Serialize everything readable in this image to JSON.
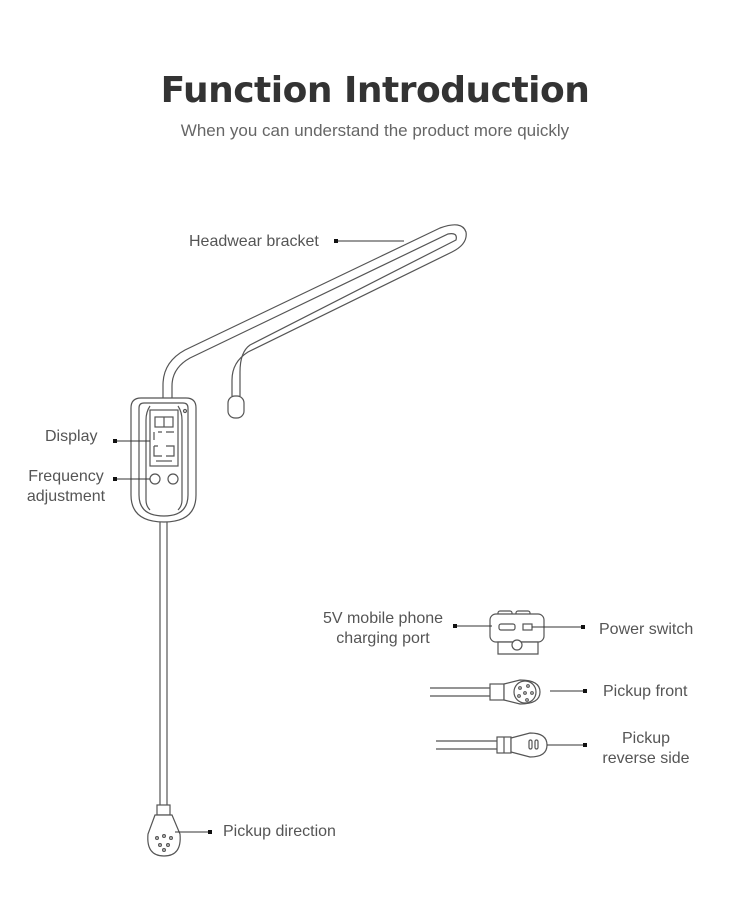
{
  "header": {
    "title": "Function Introduction",
    "subtitle": "When you can understand the product more quickly"
  },
  "labels": {
    "headwear_bracket": "Headwear bracket",
    "display": "Display",
    "frequency_adjustment_line1": "Frequency",
    "frequency_adjustment_line2": "adjustment",
    "charging_port_line1": "5V mobile phone",
    "charging_port_line2": "charging port",
    "power_switch": "Power switch",
    "pickup_front": "Pickup front",
    "pickup_reverse_line1": "Pickup",
    "pickup_reverse_line2": "reverse side",
    "pickup_direction": "Pickup direction"
  }
}
